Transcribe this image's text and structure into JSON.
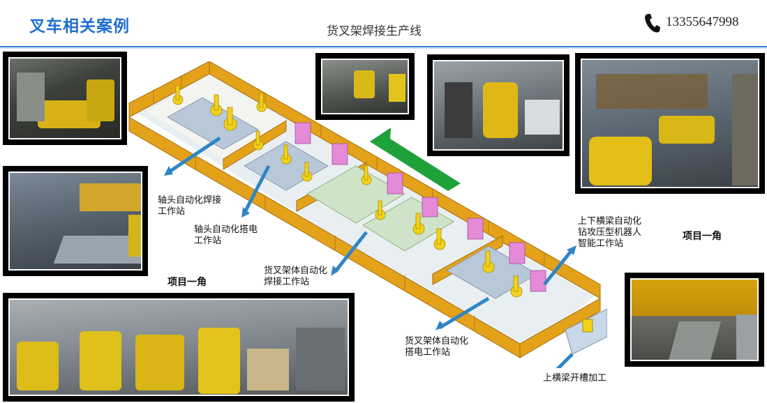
{
  "header": {
    "title": "叉车相关案例",
    "subtitle": "货叉架焊接生产线",
    "phone": "13355647998"
  },
  "labels": {
    "axle_weld": [
      "轴头自动化焊接",
      "工作站"
    ],
    "axle_spot": [
      "轴头自动化搭电",
      "工作站"
    ],
    "fork_body_weld": [
      "货叉架体自动化",
      "焊接工作站"
    ],
    "fork_body_spot": [
      "货叉架体自动化",
      "搭电工作站"
    ],
    "beam_drill": [
      "上下横梁自动化",
      "钻攻压型机器人",
      "智能工作站"
    ],
    "beam_groove": "上横梁开槽加工",
    "corner_left": "项目一角",
    "corner_right": "项目一角"
  },
  "colors": {
    "title_blue": "#1f6fd0",
    "header_rule": "#2e7bd6",
    "fence_orange": "#e3a21a",
    "robot_yellow": "#f2d21b",
    "arrow_green": "#1fa13a",
    "pointer_blue": "#2f86c6"
  },
  "icons": {
    "phone": "phone-icon",
    "direction": "arrow-left-icon"
  }
}
